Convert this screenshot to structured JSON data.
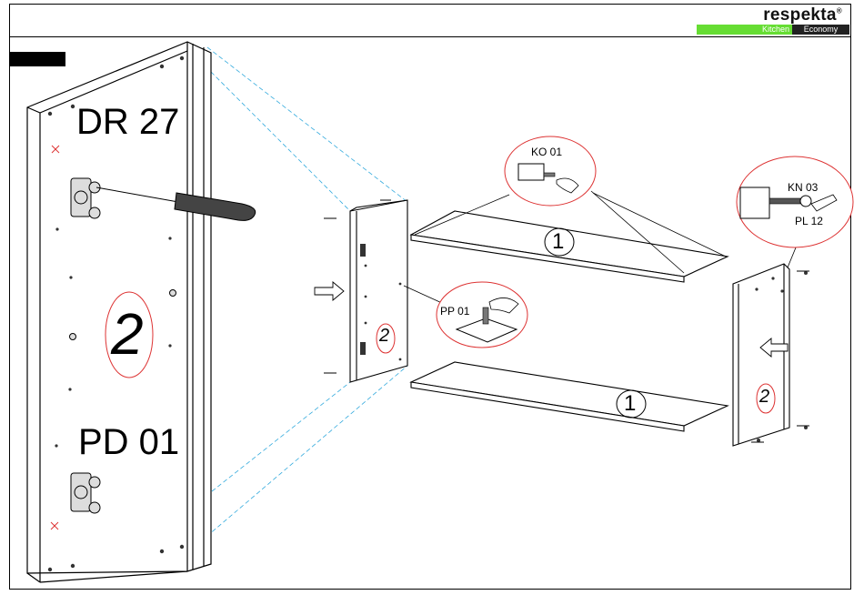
{
  "brand": {
    "name": "respekta",
    "mark": "®",
    "line_left": "Kitchen",
    "line_right": "Economy"
  },
  "labels": {
    "dr27": "DR 27",
    "pd01": "PD 01",
    "ko01": "KO 01",
    "kn03": "KN 03",
    "pl12": "PL 12",
    "pp01": "PP 01"
  },
  "part_numbers": {
    "door": "2",
    "side_left": "2",
    "side_right": "2",
    "shelf_top": "1",
    "shelf_bottom": "1"
  },
  "colors": {
    "callout_ring": "#dd3333",
    "guide_line": "#33aadd",
    "brand_green": "#66dd33"
  }
}
